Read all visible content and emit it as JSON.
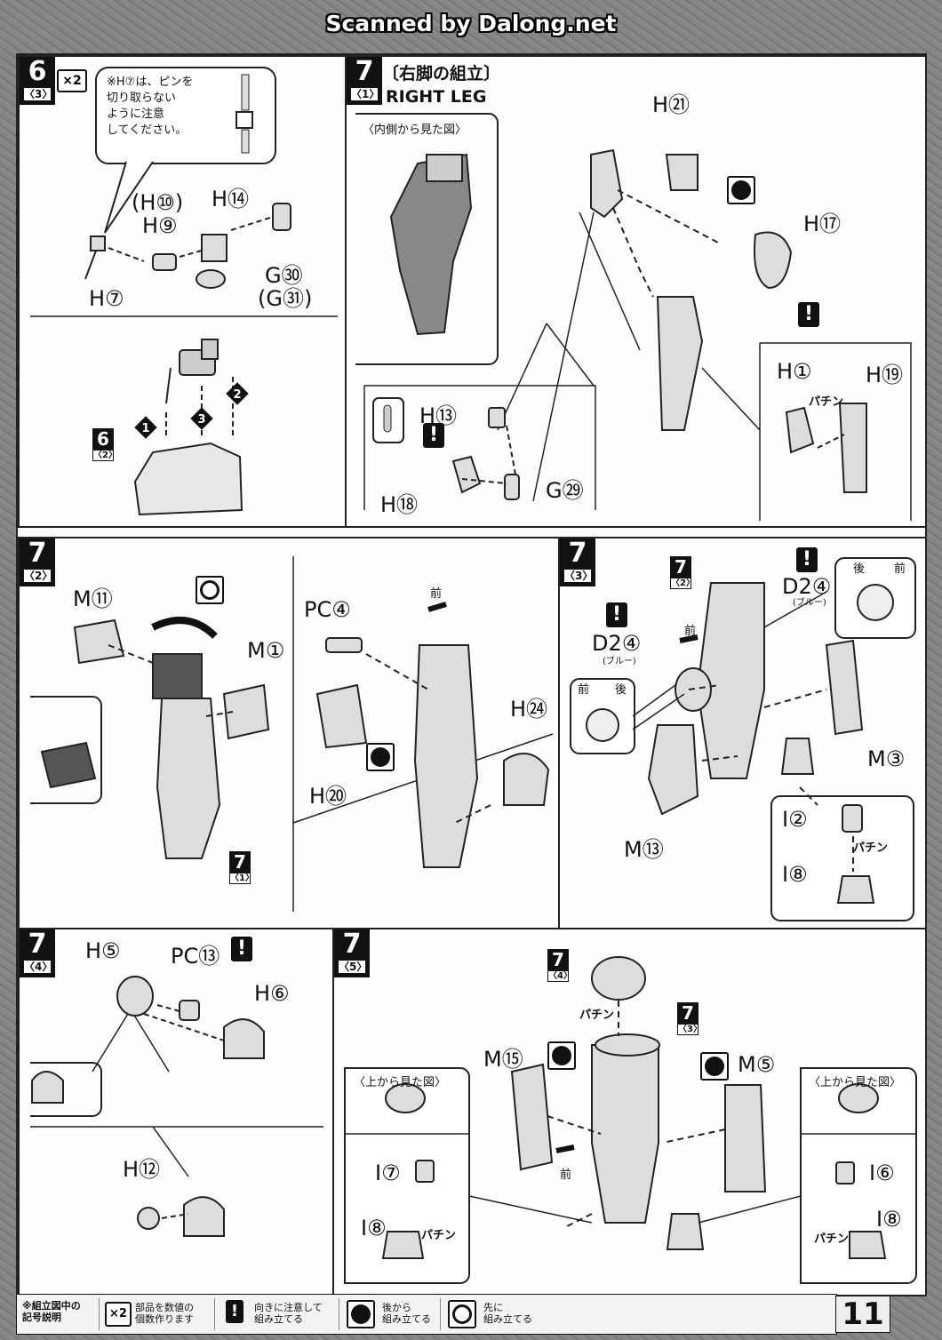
{
  "watermark": "Scanned by Dalong.net",
  "page_number": "11",
  "step6": {
    "number": "6",
    "sub": "〈3〉",
    "count": "×2",
    "note": "※H⑦は、ピンを\n切り取らない\nように注意\nしてください。",
    "labels": [
      "(H⑩)",
      "H⑨",
      "H⑭",
      "H⑦",
      "G㉚",
      "(G㉛)"
    ],
    "ref": "6",
    "ref_sub": "〈2〉",
    "arrows": [
      "1",
      "2",
      "3"
    ]
  },
  "step7_1": {
    "number": "7",
    "sub": "〈1〉",
    "title_jp": "〔右脚の組立〕",
    "title_en": "RIGHT LEG",
    "inner_view": "〈内側から見た図〉",
    "labels": [
      "H㉑",
      "H⑰",
      "H⑬",
      "H⑱",
      "G㉙",
      "H①",
      "H⑲"
    ],
    "click": "パチン"
  },
  "step7_2": {
    "number": "7",
    "sub": "〈2〉",
    "labels": [
      "M⑪",
      "M①",
      "PC④",
      "H⑳",
      "H㉔"
    ],
    "front": "前",
    "ref": "7",
    "ref_sub": "〈1〉"
  },
  "step7_3": {
    "number": "7",
    "sub": "〈3〉",
    "labels": [
      "D2④",
      "D2④",
      "M③",
      "M⑬",
      "I②",
      "I⑧"
    ],
    "blue": "(ブルー)",
    "front": "前",
    "back": "後",
    "click": "パチン",
    "ref": "7",
    "ref_sub": "〈2〉"
  },
  "step7_4": {
    "number": "7",
    "sub": "〈4〉",
    "labels": [
      "H⑤",
      "PC⑬",
      "H⑥",
      "H⑫"
    ]
  },
  "step7_5": {
    "number": "7",
    "sub": "〈5〉",
    "labels": [
      "M⑮",
      "M⑤",
      "I⑦",
      "I⑧",
      "I⑥",
      "I⑧"
    ],
    "top_view": "〈上から見た図〉",
    "front": "前",
    "click": "パチン",
    "ref_a": "7",
    "ref_a_sub": "〈4〉",
    "ref_b": "7",
    "ref_b_sub": "〈3〉"
  },
  "legend": {
    "head": "※組立図中の\n記号説明",
    "x2_icon": "×2",
    "x2_text": "部品を数値の\n個数作ります",
    "warn_text": "向きに注意して\n組み立てる",
    "back_text": "後から\n組み立てる",
    "first_text": "先に\n組み立てる"
  }
}
